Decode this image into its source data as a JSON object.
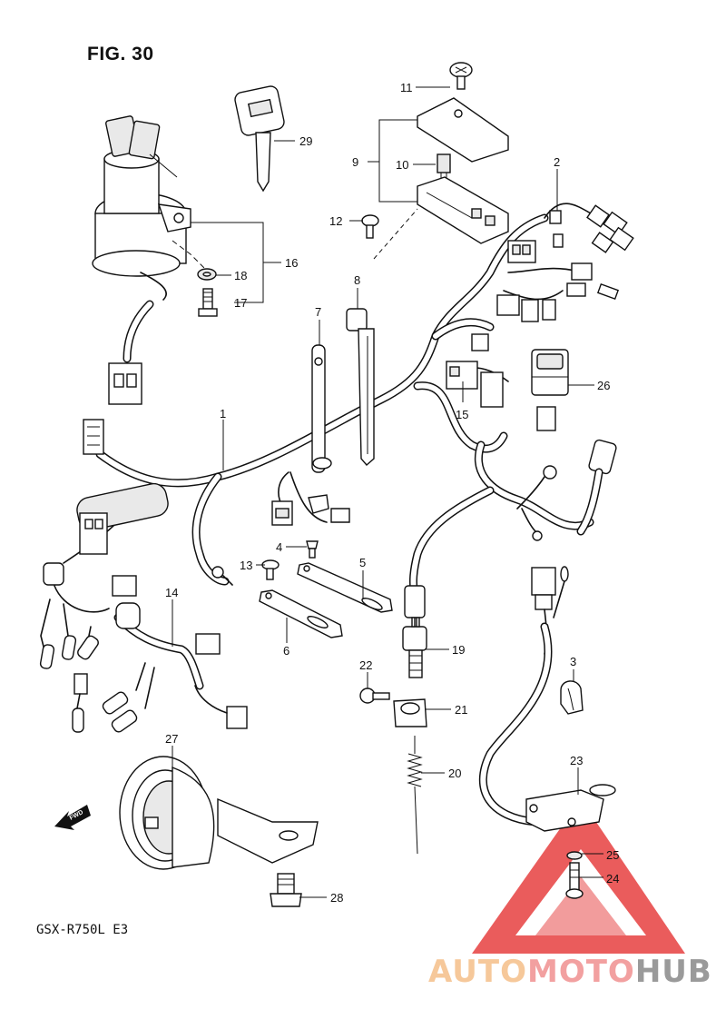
{
  "figure": {
    "title": "FIG. 30",
    "model": "GSX-R750L  E3"
  },
  "watermark": {
    "part1": "AUTO",
    "part2": "MOTO",
    "part3": "HUB",
    "color_triangle": "#e84a4a",
    "color_auto": "#f6c89a",
    "color_moto": "#f2a0a0",
    "color_hub": "#9a9a9a"
  },
  "direction_arrow": {
    "label": "FWD"
  },
  "callouts": {
    "c1": "1",
    "c2": "2",
    "c3": "3",
    "c4": "4",
    "c5": "5",
    "c6": "6",
    "c7": "7",
    "c8": "8",
    "c9": "9",
    "c10": "10",
    "c11": "11",
    "c12": "12",
    "c13": "13",
    "c14": "14",
    "c15": "15",
    "c16": "16",
    "c17": "17",
    "c18": "18",
    "c19": "19",
    "c20": "20",
    "c21": "21",
    "c22": "22",
    "c23": "23",
    "c24": "24",
    "c25": "25",
    "c26": "26",
    "c27": "27",
    "c28": "28",
    "c29": "29"
  }
}
